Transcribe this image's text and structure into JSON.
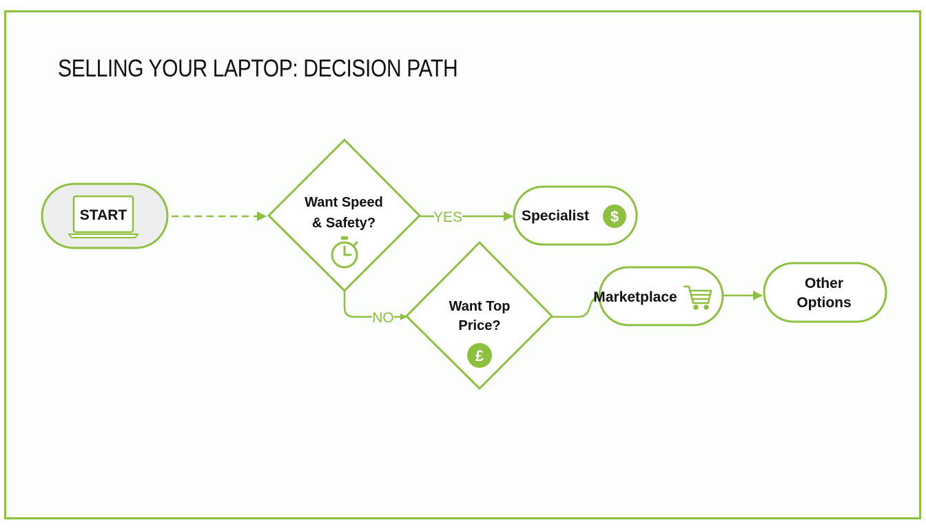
{
  "title": "SELLING YOUR LAPTOP: DECISION PATH",
  "colors": {
    "accent": "#8dc03f",
    "frame": "#8dc03f",
    "text": "#111111",
    "start_fill": "#eeeeee"
  },
  "nodes": {
    "start": {
      "label": "START",
      "icon": "laptop-icon"
    },
    "decision_speed": {
      "line1": "Want Speed",
      "line2": "& Safety?",
      "icon": "stopwatch-icon"
    },
    "specialist": {
      "label": "Specialist",
      "icon": "dollar-icon",
      "icon_glyph": "$"
    },
    "decision_price": {
      "line1": "Want Top",
      "line2": "Price?",
      "icon": "pound-icon",
      "icon_glyph": "£"
    },
    "marketplace": {
      "label": "Marketplace",
      "icon": "shopping-cart-icon"
    },
    "other": {
      "line1": "Other",
      "line2": "Options"
    }
  },
  "edges": {
    "yes_label": "YES",
    "no_label": "NO"
  }
}
